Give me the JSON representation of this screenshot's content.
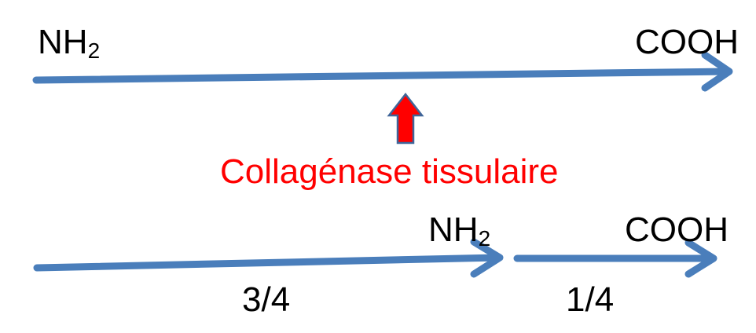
{
  "colors": {
    "arrow": "#4a7ebb",
    "enzyme_arrow": "#ff0000",
    "enzyme_arrow_outline": "#3f6599",
    "enzyme_text": "#ff0000",
    "text": "#000000"
  },
  "intact": {
    "n_term": "NH",
    "n_term_sub": "2",
    "c_term": "COOH"
  },
  "enzyme": {
    "name": "Collagénase tissulaire",
    "icon": "up-arrow-icon"
  },
  "fragment_large": {
    "n_term": "NH",
    "n_term_sub": "2",
    "fraction": "3/4"
  },
  "fragment_small": {
    "c_term": "COOH",
    "fraction": "1/4"
  }
}
